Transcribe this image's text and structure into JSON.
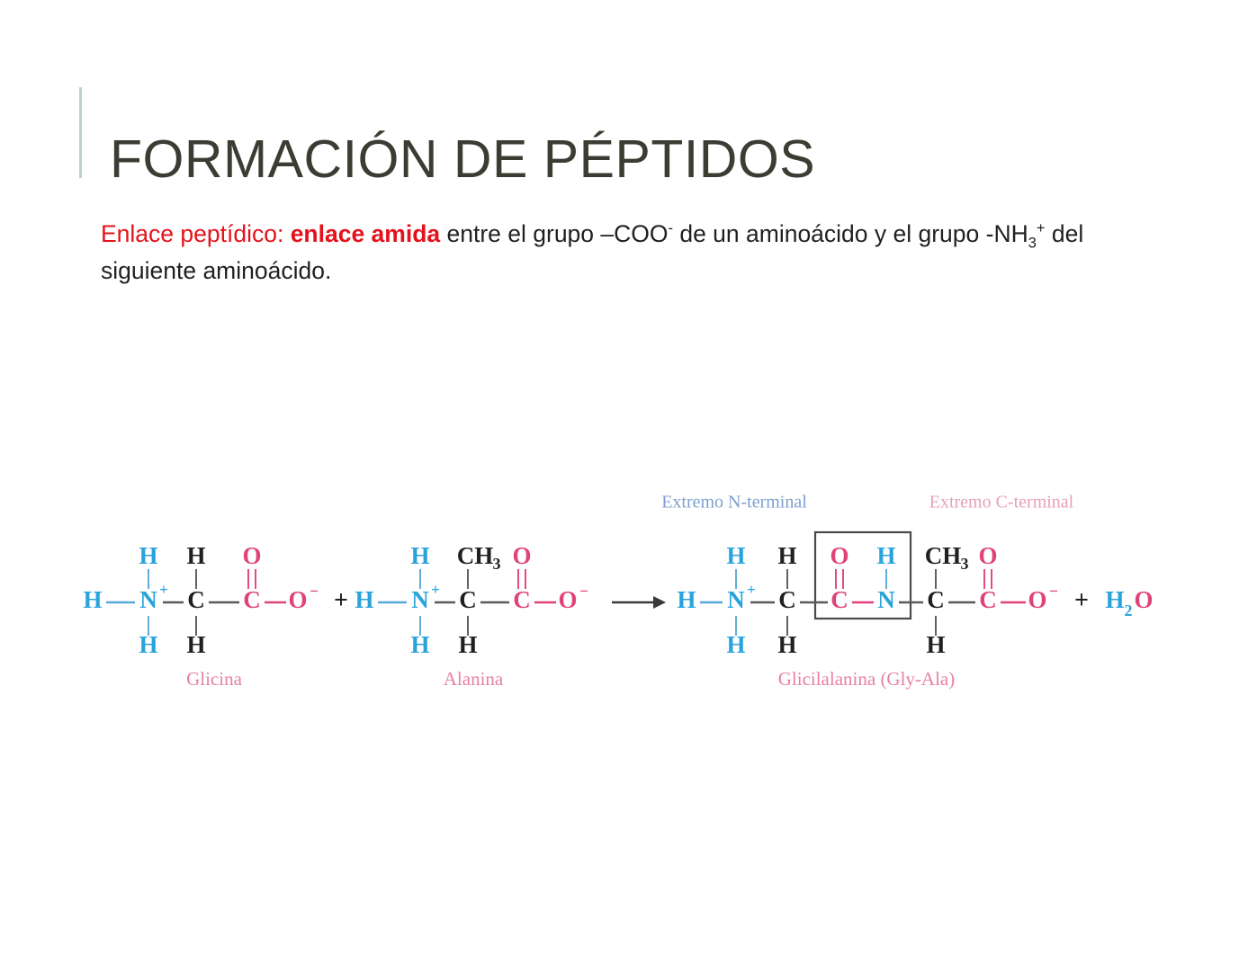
{
  "slide": {
    "title": "FORMACIÓN DE PÉPTIDOS",
    "accent_bar_color": "#bfd0d2",
    "title_color": "#3c3c33",
    "background_color": "#ffffff"
  },
  "body": {
    "red_lead": "Enlace peptídico:",
    "red_bold": "enlace amida",
    "text_1": " entre el grupo –COO",
    "sup_1": "-",
    "text_2": " de un aminoácido y el grupo -NH",
    "sub_1": "3",
    "sup_2": "+",
    "text_3": " del siguiente aminoácido.",
    "red_color": "#e4121b",
    "text_color": "#231f20"
  },
  "figure": {
    "colors": {
      "blue": "#29a3dc",
      "black": "#231f20",
      "pink": "#e0437a",
      "molecule_label": "#e8819f",
      "terminal_blue": "#7d9fd0",
      "terminal_pink": "#e8a0b4",
      "box_stroke": "#4a4a4a"
    },
    "reactant_1": {
      "name": "Glicina",
      "atoms": {
        "h_left": "H",
        "n": "N",
        "n_charge": "+",
        "h_top": "H",
        "h_bottom": "H",
        "c_alpha": "C",
        "h_alpha_top": "H",
        "h_alpha_bottom": "H",
        "c_carboxyl": "C",
        "o_double": "O",
        "o_single": "O",
        "o_charge": "−"
      }
    },
    "plus_1": "+",
    "reactant_2": {
      "name": "Alanina",
      "atoms": {
        "h_left": "H",
        "n": "N",
        "n_charge": "+",
        "h_top": "H",
        "h_bottom": "H",
        "c_alpha": "C",
        "ch3": "CH",
        "ch3_sub": "3",
        "h_alpha_bottom": "H",
        "c_carboxyl": "C",
        "o_double": "O",
        "o_single": "O",
        "o_charge": "−"
      }
    },
    "arrow": "reaction-arrow",
    "product": {
      "name": "Glicilalanina (Gly-Ala)",
      "n_terminal_label": "Extremo N-terminal",
      "c_terminal_label": "Extremo C-terminal",
      "amide_box": "peptide-bond-highlight",
      "atoms": {
        "h_left": "H",
        "n1": "N",
        "n1_charge": "+",
        "h_n_top": "H",
        "h_n_bottom": "H",
        "c_alpha1": "C",
        "h_a1_top": "H",
        "h_a1_bottom": "H",
        "c_carbonyl": "C",
        "o_double_amide": "O",
        "n_amide": "N",
        "h_amide": "H",
        "c_alpha2": "C",
        "ch3": "CH",
        "ch3_sub": "3",
        "h_a2_bottom": "H",
        "c_carboxyl": "C",
        "o_double": "O",
        "o_single": "O",
        "o_charge": "−"
      }
    },
    "plus_2": "+",
    "water": {
      "h": "H",
      "sub": "2",
      "o": "O"
    }
  }
}
